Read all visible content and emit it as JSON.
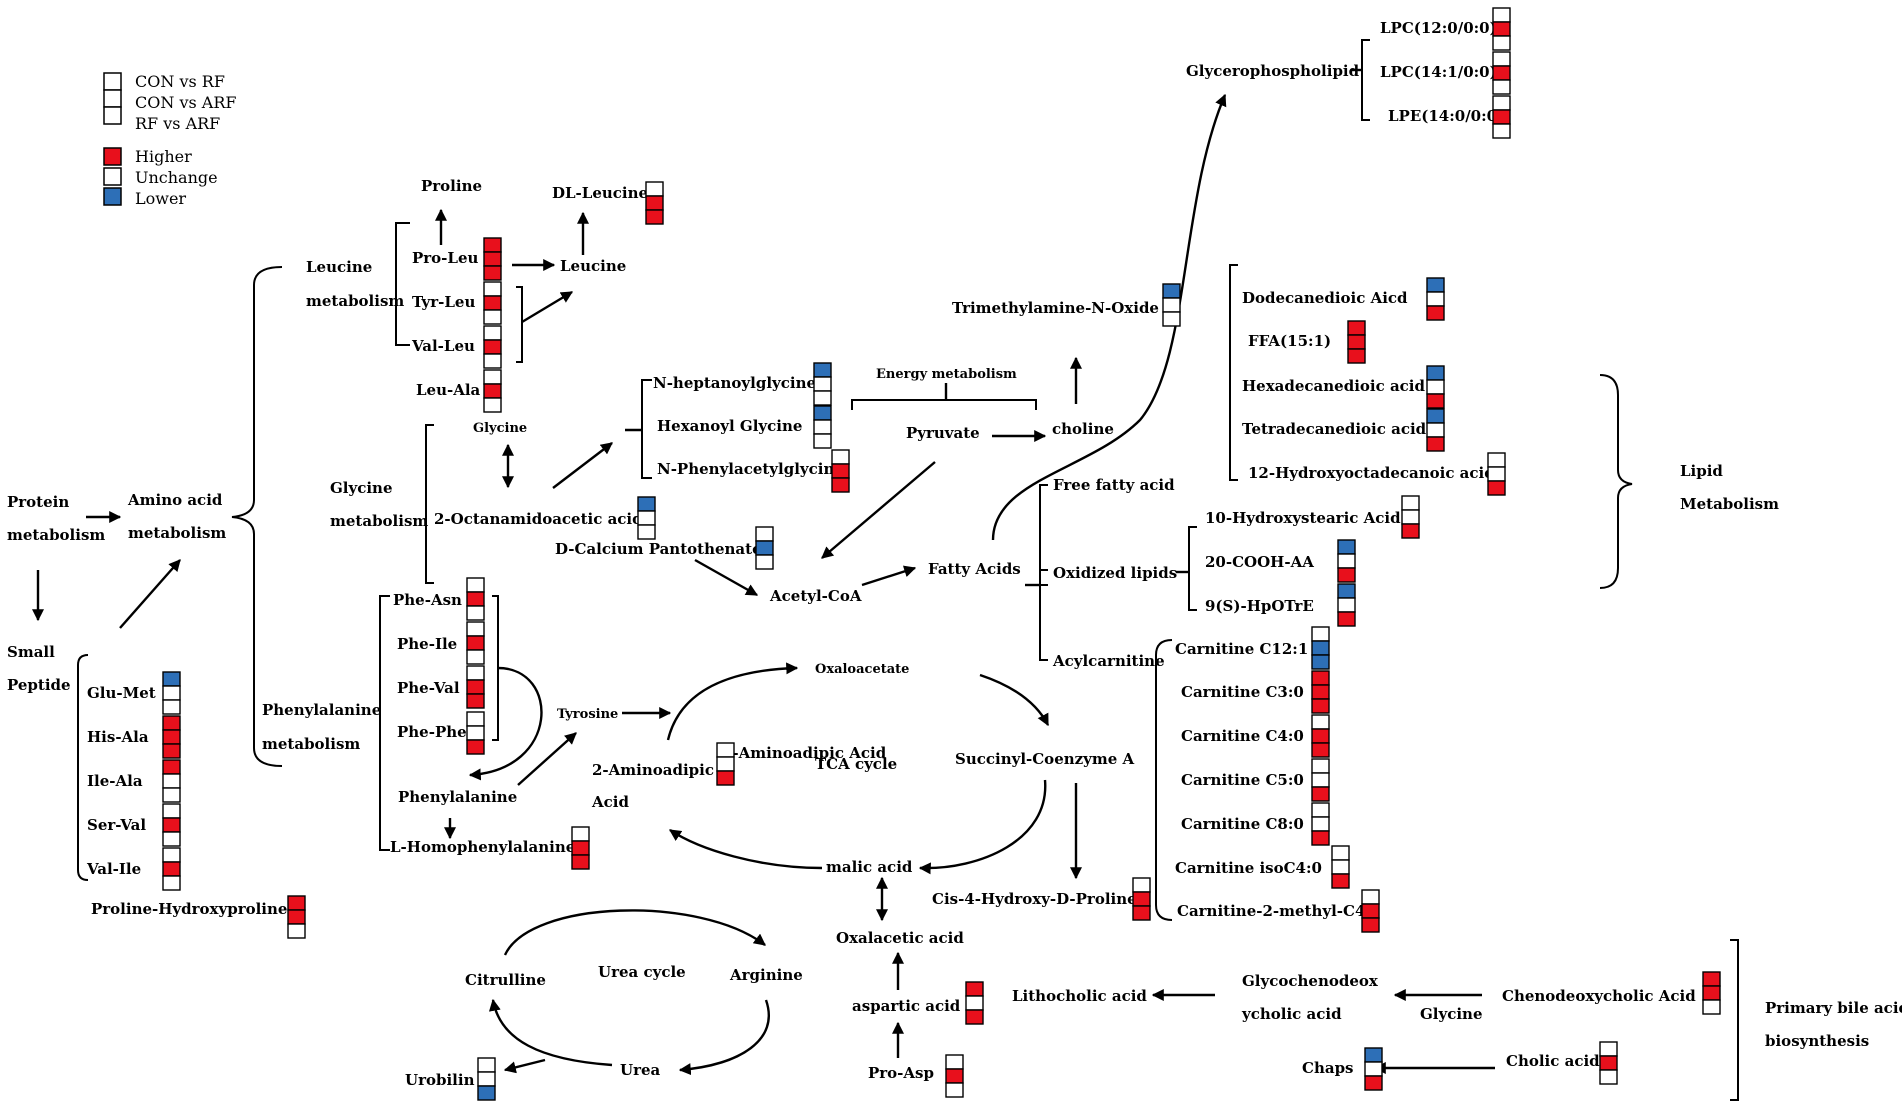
{
  "colors": {
    "higher": "#e8101c",
    "unchange": "#ffffff",
    "lower": "#2d6fb7",
    "stroke": "#000000"
  },
  "legend": {
    "comparisons": [
      "CON vs  RF",
      "CON vs  ARF",
      "RF    vs  ARF"
    ],
    "states": [
      "Higher",
      "Unchange",
      "Lower"
    ]
  },
  "labels": {
    "protein_metabolism": [
      "Protein",
      "metabolism"
    ],
    "amino_acid_metabolism": [
      "Amino acid",
      "metabolism"
    ],
    "small_peptide": [
      "Small",
      "Peptide"
    ],
    "leucine_metabolism": [
      "Leucine",
      "metabolism"
    ],
    "glycine_metabolism": [
      "Glycine",
      "metabolism"
    ],
    "phenylalanine_metabolism": [
      "Phenylalanine",
      "metabolism"
    ],
    "proline": "Proline",
    "leucine": "Leucine",
    "glycine": "Glycine",
    "tyrosine": "Tyrosine",
    "phenylalanine": "Phenylalanine",
    "energy_metabolism": "Energy metabolism",
    "pyruvate": "Pyruvate",
    "choline": "choline",
    "acetyl_coa": "Acetyl-CoA",
    "fatty_acids": "Fatty Acids",
    "free_fatty_acid": "Free fatty acid",
    "oxidized_lipids": "Oxidized lipids",
    "acylcarnitine": "Acylcarnitine",
    "glycerophospholipid": "Glycerophospholipid",
    "lipid_metabolism": [
      "Lipid",
      "Metabolism"
    ],
    "oxaloacetate": "Oxaloacetate",
    "tca_cycle": "TCA  cycle",
    "succinyl_coa": "Succinyl-Coenzyme A",
    "malic_acid": "malic acid",
    "aminoadipic_acid": [
      "2-Aminoadipic",
      "Acid"
    ],
    "oxalacetic_acid": "Oxalacetic acid",
    "urea_cycle": "Urea cycle",
    "citrulline": "Citrulline",
    "arginine": "Arginine",
    "urea": "Urea",
    "lithocholic_acid": "Lithocholic acid",
    "glycochenodeoxycholic_acid": [
      "Glycochenodeox",
      "ycholic acid"
    ],
    "glycine_bile": "Glycine",
    "primary_bile_acid_biosynthesis": [
      "Primary bile acid",
      "biosynthesis"
    ]
  },
  "metabolites": [
    {
      "name": "Glu-Met",
      "states": [
        "lower",
        "unchange",
        "unchange"
      ]
    },
    {
      "name": "His-Ala",
      "states": [
        "higher",
        "higher",
        "higher"
      ]
    },
    {
      "name": "Ile-Ala",
      "states": [
        "higher",
        "unchange",
        "unchange"
      ]
    },
    {
      "name": "Ser-Val",
      "states": [
        "unchange",
        "higher",
        "unchange"
      ]
    },
    {
      "name": "Val-Ile",
      "states": [
        "unchange",
        "higher",
        "unchange"
      ]
    },
    {
      "name": "Proline-Hydroxyproline",
      "states": [
        "higher",
        "higher",
        "unchange"
      ]
    },
    {
      "name": "Pro-Leu",
      "states": [
        "higher",
        "higher",
        "higher"
      ]
    },
    {
      "name": "Tyr-Leu",
      "states": [
        "unchange",
        "higher",
        "unchange"
      ]
    },
    {
      "name": "Val-Leu",
      "states": [
        "unchange",
        "higher",
        "unchange"
      ]
    },
    {
      "name": "Leu-Ala",
      "states": [
        "unchange",
        "higher",
        "unchange"
      ]
    },
    {
      "name": "DL-Leucine",
      "states": [
        "unchange",
        "higher",
        "higher"
      ]
    },
    {
      "name": "N-heptanoylglycine",
      "states": [
        "lower",
        "unchange",
        "unchange"
      ]
    },
    {
      "name": "Hexanoyl Glycine",
      "states": [
        "lower",
        "unchange",
        "unchange"
      ]
    },
    {
      "name": "N-Phenylacetylglycine",
      "states": [
        "unchange",
        "higher",
        "higher"
      ]
    },
    {
      "name": "2-Octanamidoacetic acid",
      "states": [
        "lower",
        "unchange",
        "unchange"
      ]
    },
    {
      "name": "D-Calcium Pantothenate",
      "states": [
        "unchange",
        "lower",
        "unchange"
      ]
    },
    {
      "name": "Phe-Asn",
      "states": [
        "unchange",
        "higher",
        "unchange"
      ]
    },
    {
      "name": "Phe-Ile",
      "states": [
        "unchange",
        "higher",
        "unchange"
      ]
    },
    {
      "name": "Phe-Val",
      "states": [
        "unchange",
        "higher",
        "higher"
      ]
    },
    {
      "name": "Phe-Phe",
      "states": [
        "unchange",
        "unchange",
        "higher"
      ]
    },
    {
      "name": "L-Homophenylalanine",
      "states": [
        "unchange",
        "higher",
        "higher"
      ]
    },
    {
      "name": "2-Aminoadipic Acid",
      "states": [
        "unchange",
        "unchange",
        "higher"
      ]
    },
    {
      "name": "Trimethylamine-N-Oxide",
      "states": [
        "lower",
        "unchange",
        "unchange"
      ]
    },
    {
      "name": "LPC(12:0/0:0)",
      "states": [
        "unchange",
        "higher",
        "unchange"
      ]
    },
    {
      "name": "LPC(14:1/0:0)",
      "states": [
        "unchange",
        "higher",
        "unchange"
      ]
    },
    {
      "name": "LPE(14:0/0:0)",
      "states": [
        "unchange",
        "higher",
        "unchange"
      ]
    },
    {
      "name": "Dodecanedioic Aicd",
      "states": [
        "lower",
        "unchange",
        "higher"
      ]
    },
    {
      "name": "FFA(15:1)",
      "states": [
        "higher",
        "higher",
        "higher"
      ]
    },
    {
      "name": "Hexadecanedioic acid",
      "states": [
        "lower",
        "unchange",
        "higher"
      ]
    },
    {
      "name": "Tetradecanedioic acid",
      "states": [
        "lower",
        "unchange",
        "higher"
      ]
    },
    {
      "name": "12-Hydroxyoctadecanoic acid",
      "states": [
        "unchange",
        "unchange",
        "higher"
      ]
    },
    {
      "name": "10-Hydroxystearic Acid",
      "states": [
        "unchange",
        "unchange",
        "higher"
      ]
    },
    {
      "name": "20-COOH-AA",
      "states": [
        "lower",
        "unchange",
        "higher"
      ]
    },
    {
      "name": "9(S)-HpOTrE",
      "states": [
        "lower",
        "unchange",
        "higher"
      ]
    },
    {
      "name": "Carnitine C12:1",
      "states": [
        "unchange",
        "lower",
        "lower"
      ]
    },
    {
      "name": "Carnitine C3:0",
      "states": [
        "higher",
        "higher",
        "higher"
      ]
    },
    {
      "name": "Carnitine C4:0",
      "states": [
        "unchange",
        "higher",
        "higher"
      ]
    },
    {
      "name": "Carnitine C5:0",
      "states": [
        "unchange",
        "unchange",
        "higher"
      ]
    },
    {
      "name": "Carnitine C8:0",
      "states": [
        "unchange",
        "unchange",
        "higher"
      ]
    },
    {
      "name": "Carnitine isoC4:0",
      "states": [
        "unchange",
        "unchange",
        "higher"
      ]
    },
    {
      "name": "Carnitine-2-methyl-C4",
      "states": [
        "unchange",
        "higher",
        "higher"
      ]
    },
    {
      "name": "Cis-4-Hydroxy-D-Proline",
      "states": [
        "unchange",
        "higher",
        "higher"
      ]
    },
    {
      "name": "aspartic acid",
      "states": [
        "higher",
        "unchange",
        "higher"
      ]
    },
    {
      "name": "Pro-Asp",
      "states": [
        "unchange",
        "higher",
        "unchange"
      ]
    },
    {
      "name": "Urobilin",
      "states": [
        "unchange",
        "unchange",
        "lower"
      ]
    },
    {
      "name": "Chenodeoxycholic Acid",
      "states": [
        "higher",
        "higher",
        "unchange"
      ]
    },
    {
      "name": "Chaps",
      "states": [
        "lower",
        "unchange",
        "higher"
      ]
    },
    {
      "name": "Cholic acid",
      "states": [
        "unchange",
        "higher",
        "unchange"
      ]
    }
  ]
}
